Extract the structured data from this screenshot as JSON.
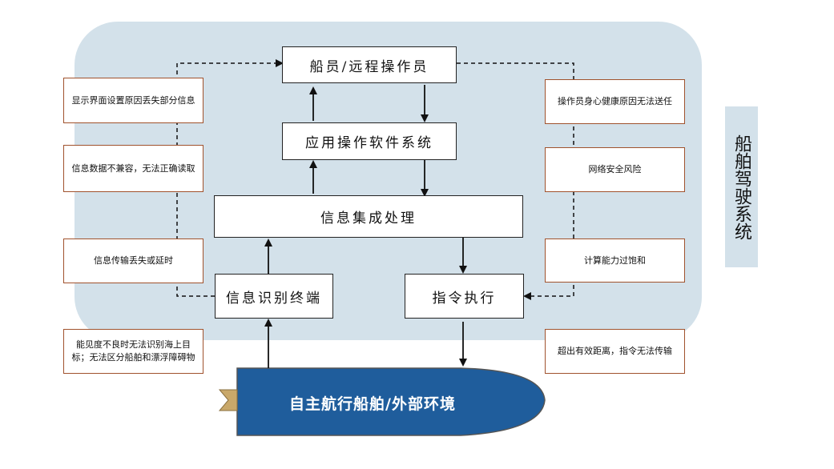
{
  "side_label": "船舶驾驶系统",
  "nodes": {
    "operator": "船员/远程操作员",
    "software": "应用操作软件系统",
    "integration": "信息集成处理",
    "terminal": "信息识别终端",
    "command": "指令执行",
    "ship": "自主航行船舶/外部环境"
  },
  "risks": {
    "display_loss": "显示界面设置原因丢失部分信息",
    "data_incompatible": "信息数据不兼容，无法正确读取",
    "transmission_loss": "信息传输丢失或延时",
    "visibility": "能见度不良时无法识别海上目标；无法区分船舶和漂浮障碍物",
    "operator_health": "操作员身心健康原因无法送任",
    "cyber": "网络安全风险",
    "overload": "计算能力过饱和",
    "out_of_range": "超出有效距离，指令无法传输"
  },
  "colors": {
    "panel": "#d3e1ea",
    "ship_fill": "#1f5d9c",
    "risk_border": "#a0522d"
  }
}
